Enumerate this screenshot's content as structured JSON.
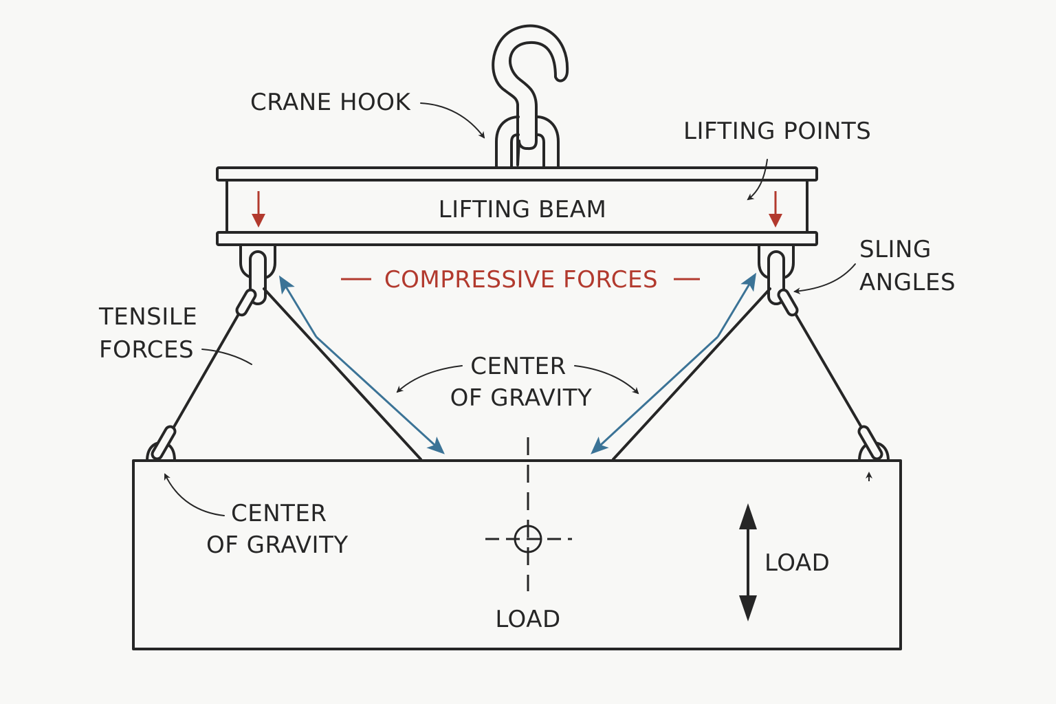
{
  "diagram": {
    "title": "Lifting beam rigging diagram",
    "colors": {
      "line": "#262626",
      "force_red": "#b23a2e",
      "compression_blue": "#3b7396",
      "background": "#f8f8f6"
    },
    "labels": {
      "crane_hook": "CRANE HOOK",
      "lifting_points": "LIFTING POINTS",
      "lifting_beam": "LIFTING BEAM",
      "compressive_forces": "COMPRESSIVE FORCES",
      "sling_angles_line1": "SLING",
      "sling_angles_line2": "ANGLES",
      "tensile_forces_line1": "TENSILE",
      "tensile_forces_line2": "FORCES",
      "center_of_gravity_mid_line1": "CENTER",
      "center_of_gravity_mid_line2": "OF GRAVITY",
      "center_of_gravity_left_line1": "CENTER",
      "center_of_gravity_left_line2": "OF GRAVITY",
      "load_center": "LOAD",
      "load_right": "LOAD"
    },
    "icons": {
      "hook": "crane-hook-icon",
      "shackle": "shackle-icon",
      "cg_symbol": "center-of-gravity-crosshair-icon",
      "double_arrow": "vertical-double-arrow-icon"
    }
  }
}
